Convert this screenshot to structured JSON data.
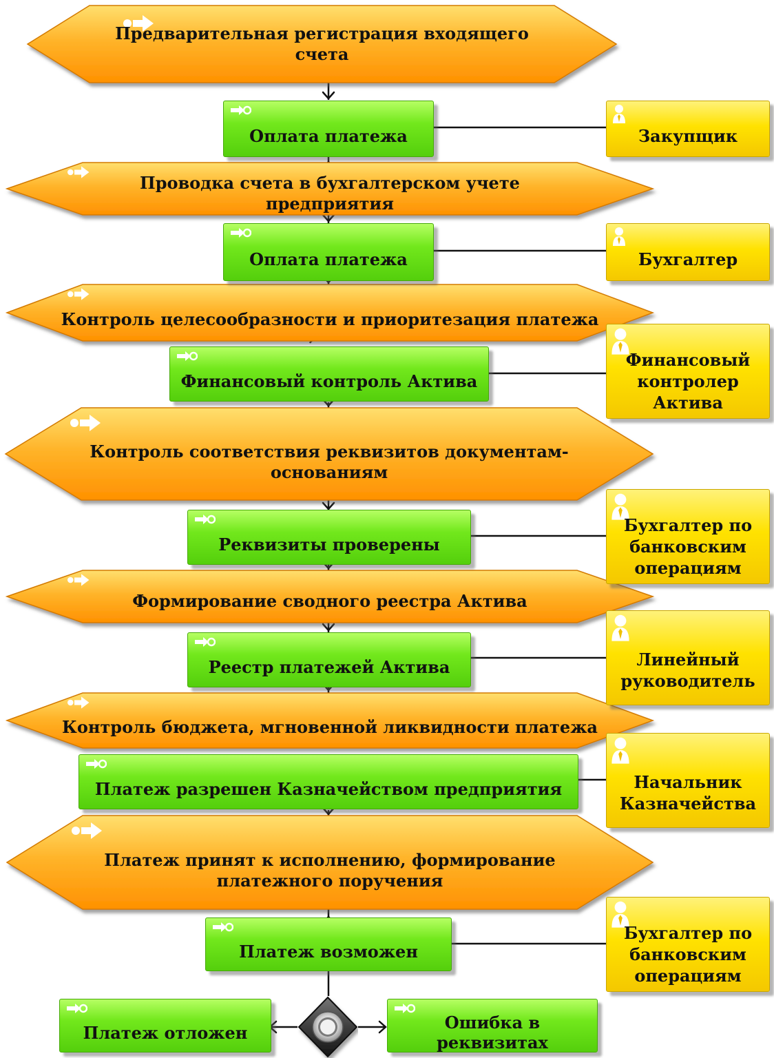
{
  "events": [
    {
      "id": "ev1",
      "lines": [
        "Предварительная регистрация входящего счета"
      ]
    },
    {
      "id": "ev2",
      "lines": [
        "Проводка счета в бухгалтерском учете предприятия"
      ]
    },
    {
      "id": "ev3",
      "lines": [
        "Контроль целесообразности и приоритезация платежа"
      ]
    },
    {
      "id": "ev4",
      "lines": [
        "Контроль соответствия реквизитов документам-",
        "основаниям"
      ]
    },
    {
      "id": "ev5",
      "lines": [
        "Формирование сводного реестра Актива"
      ]
    },
    {
      "id": "ev6",
      "lines": [
        "Контроль бюджета, мгновенной ликвидности платежа"
      ]
    },
    {
      "id": "ev7",
      "lines": [
        "Платеж принят к исполнению, формирование",
        "платежного поручения"
      ]
    }
  ],
  "functions": [
    {
      "id": "fn1",
      "label": "Оплата платежа"
    },
    {
      "id": "fn2",
      "label": "Оплата платежа"
    },
    {
      "id": "fn3",
      "label": "Финансовый контроль Актива"
    },
    {
      "id": "fn4",
      "label": "Реквизиты проверены"
    },
    {
      "id": "fn5",
      "label": "Реестр платежей Актива"
    },
    {
      "id": "fn6",
      "label": "Платеж разрешен Казначейством предприятия"
    },
    {
      "id": "fn7",
      "label": "Платеж возможен"
    },
    {
      "id": "fn8",
      "label": "Платеж отложен"
    },
    {
      "id": "fn9",
      "label": "Ошибка в реквизитах"
    }
  ],
  "roles": [
    {
      "id": "r1",
      "lines": [
        "Закупщик"
      ]
    },
    {
      "id": "r2",
      "lines": [
        "Бухгалтер"
      ]
    },
    {
      "id": "r3",
      "lines": [
        "Финансовый",
        "контролер",
        "Актива"
      ]
    },
    {
      "id": "r4",
      "lines": [
        "Бухгалтер по",
        "банковским",
        "операциям"
      ]
    },
    {
      "id": "r5",
      "lines": [
        "Линейный",
        "руководитель"
      ]
    },
    {
      "id": "r6",
      "lines": [
        "Начальник",
        "Казначейства"
      ]
    },
    {
      "id": "r7",
      "lines": [
        "Бухгалтер по",
        "банковским",
        "операциям"
      ]
    }
  ],
  "colors": {
    "event_fill": "#ffa31a",
    "event_light": "#ffd85c",
    "function_fill": "#6ee51a",
    "role_fill": "#ffe000",
    "connector": "#111111"
  },
  "icons": {
    "event": "arrow-right-icon",
    "function": "process-arrow-icon",
    "role": "person-icon",
    "gateway": "xor-gateway-icon"
  }
}
